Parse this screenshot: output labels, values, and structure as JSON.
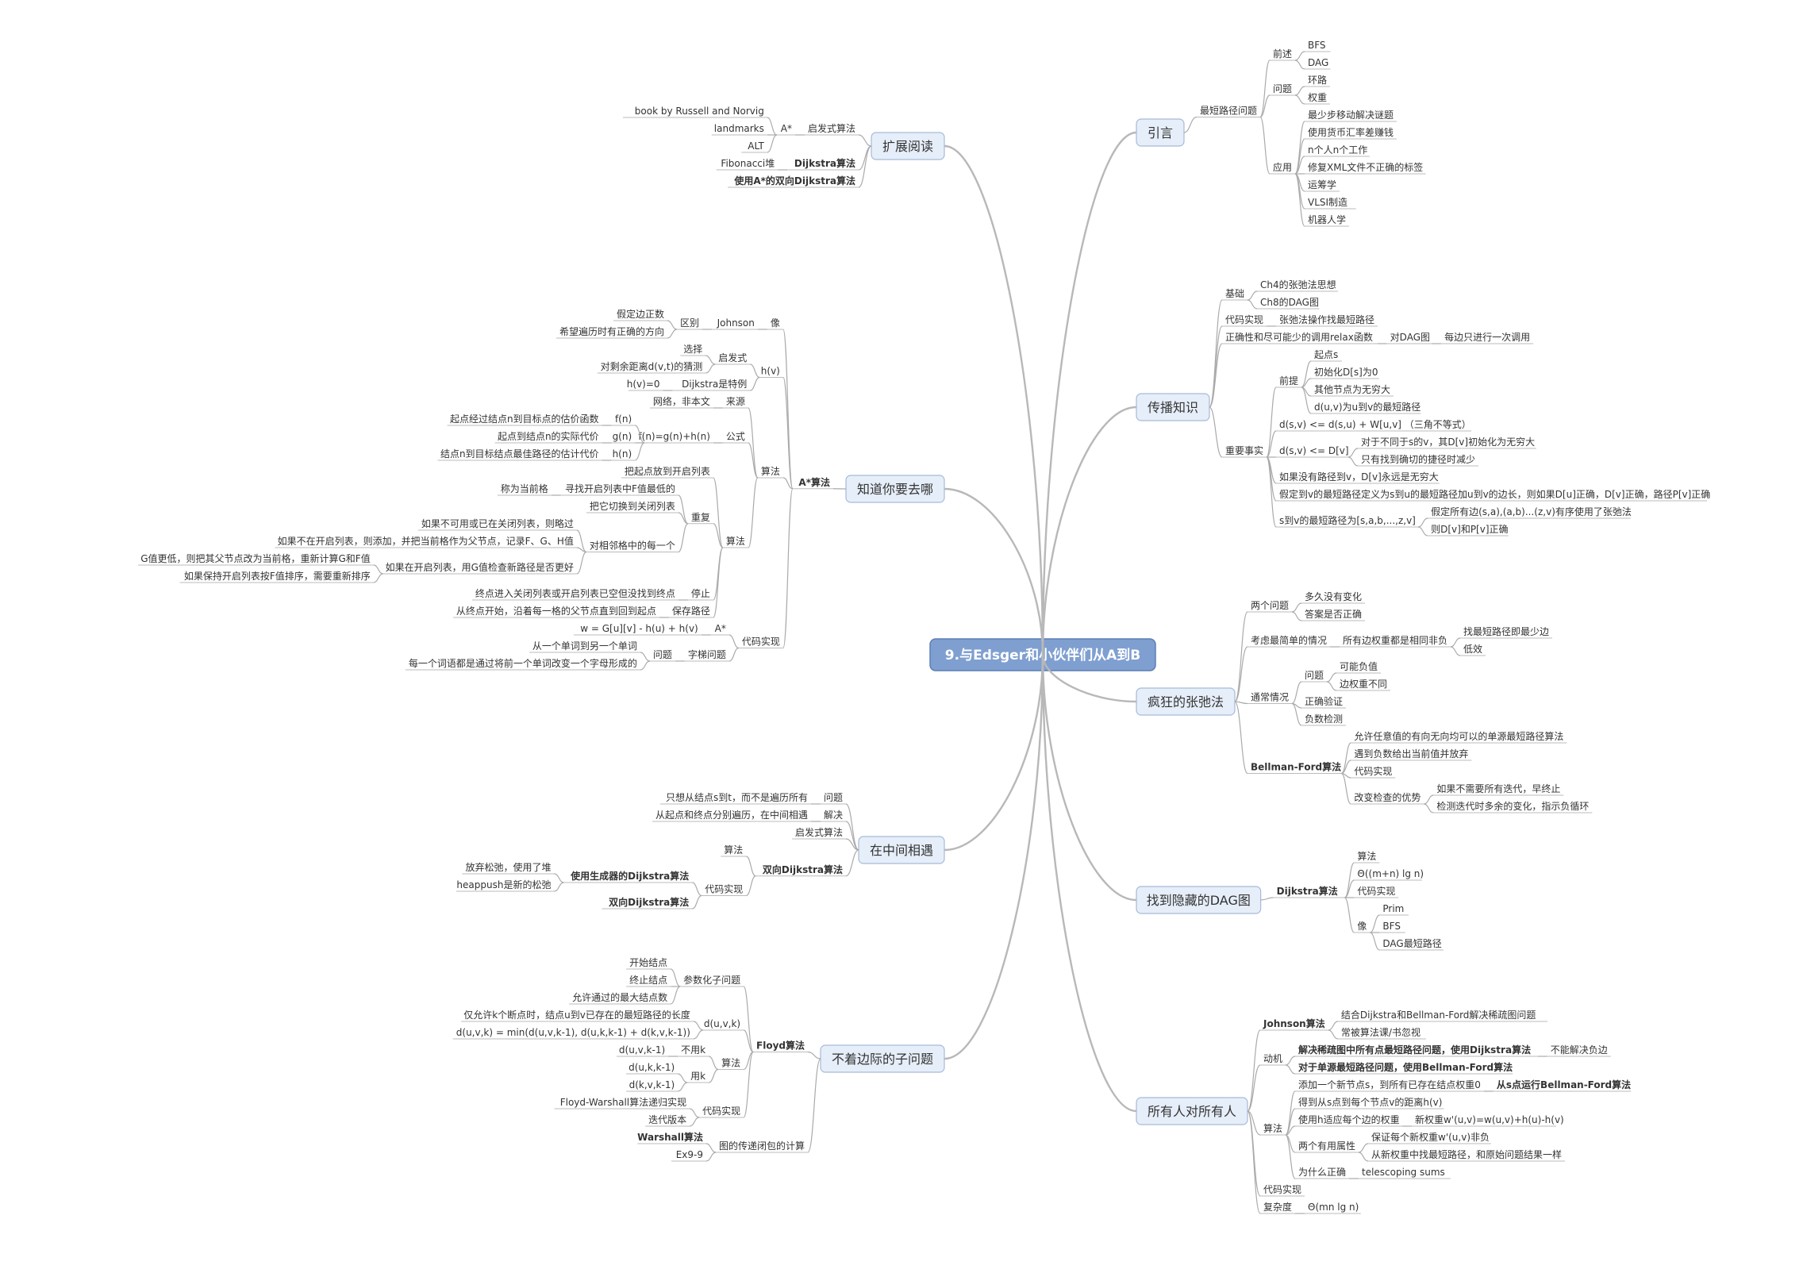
{
  "root": "9.与Edsger和小伙伴们从A到B",
  "branches": [
    {
      "label": "引言",
      "children": [
        {
          "label": "最短路径问题",
          "children": [
            {
              "label": "前述",
              "children": [
                {
                  "label": "BFS"
                },
                {
                  "label": "DAG"
                }
              ]
            },
            {
              "label": "问题",
              "children": [
                {
                  "label": "环路"
                },
                {
                  "label": "权重"
                }
              ]
            },
            {
              "label": "应用",
              "children": [
                {
                  "label": "最少步移动解决谜题"
                },
                {
                  "label": "使用货币汇率差赚钱"
                },
                {
                  "label": "n个人n个工作"
                },
                {
                  "label": "修复XML文件不正确的标签"
                },
                {
                  "label": "运筹学"
                },
                {
                  "label": "VLSI制造"
                },
                {
                  "label": "机器人学"
                }
              ]
            }
          ]
        }
      ]
    },
    {
      "label": "传播知识",
      "children": [
        {
          "label": "基础",
          "children": [
            {
              "label": "Ch4的张弛法思想"
            },
            {
              "label": "Ch8的DAG图"
            }
          ]
        },
        {
          "label": "代码实现",
          "children": [
            {
              "label": "张弛法操作找最短路径"
            }
          ]
        },
        {
          "label": "正确性和尽可能少的调用relax函数",
          "children": [
            {
              "label": "对DAG图",
              "children": [
                {
                  "label": "每边只进行一次调用"
                }
              ]
            }
          ]
        },
        {
          "label": "重要事实",
          "children": [
            {
              "label": "前提",
              "children": [
                {
                  "label": "起点s"
                },
                {
                  "label": "初始化D[s]为0"
                },
                {
                  "label": "其他节点为无穷大"
                },
                {
                  "label": "d(u,v)为u到v的最短路径"
                }
              ]
            },
            {
              "label": "d(s,v) <= d(s,u) + W[u,v] （三角不等式）"
            },
            {
              "label": "d(s,v) <= D[v]",
              "children": [
                {
                  "label": "对于不同于s的v，其D[v]初始化为无穷大"
                },
                {
                  "label": "只有找到确切的捷径时减少"
                }
              ]
            },
            {
              "label": "如果没有路径到v，D[v]永远是无穷大"
            },
            {
              "label": "假定到v的最短路径定义为s到u的最短路径加u到v的边长，则如果D[u]正确，D[v]正确，路径P[v]正确"
            },
            {
              "label": "s到v的最短路径为[s,a,b,...,z,v]",
              "children": [
                {
                  "label": "假定所有边(s,a),(a,b)...(z,v)有序使用了张弛法"
                },
                {
                  "label": "则D[v]和P[v]正确"
                }
              ]
            }
          ]
        }
      ]
    },
    {
      "label": "疯狂的张弛法",
      "children": [
        {
          "label": "两个问题",
          "children": [
            {
              "label": "多久没有变化"
            },
            {
              "label": "答案是否正确"
            }
          ]
        },
        {
          "label": "考虑最简单的情况",
          "children": [
            {
              "label": "所有边权重都是相同非负",
              "children": [
                {
                  "label": "找最短路径即最少边"
                },
                {
                  "label": "低效"
                }
              ]
            }
          ]
        },
        {
          "label": "通常情况",
          "children": [
            {
              "label": "问题",
              "children": [
                {
                  "label": "可能负值"
                },
                {
                  "label": "边权重不同"
                }
              ]
            },
            {
              "label": "正确验证"
            },
            {
              "label": "负数检测"
            }
          ]
        },
        {
          "label": "Bellman-Ford算法",
          "children": [
            {
              "label": "允许任意值的有向无向均可以的单源最短路径算法"
            },
            {
              "label": "遇到负数给出当前值并放弃"
            },
            {
              "label": "代码实现"
            },
            {
              "label": "改变检查的优势",
              "children": [
                {
                  "label": "如果不需要所有迭代，早终止"
                },
                {
                  "label": "检测迭代时多余的变化，指示负循环"
                }
              ]
            }
          ]
        }
      ]
    },
    {
      "label": "找到隐藏的DAG图",
      "children": [
        {
          "label": "Dijkstra算法",
          "children": [
            {
              "label": "算法"
            },
            {
              "label": "Θ((m+n) lg n)"
            },
            {
              "label": "代码实现"
            },
            {
              "label": "像",
              "children": [
                {
                  "label": "Prim"
                },
                {
                  "label": "BFS"
                },
                {
                  "label": "DAG最短路径"
                }
              ]
            }
          ]
        }
      ]
    },
    {
      "label": "所有人对所有人",
      "children": [
        {
          "label": "Johnson算法",
          "children": [
            {
              "label": "结合Dijkstra和Bellman-Ford解决稀疏图问题"
            },
            {
              "label": "常被算法课/书忽视"
            }
          ]
        },
        {
          "label": "动机",
          "children": [
            {
              "label": "解决稀疏图中所有点最短路径问题，使用Dijkstra算法",
              "children": [
                {
                  "label": "不能解决负边"
                }
              ]
            },
            {
              "label": "对于单源最短路径问题，使用Bellman-Ford算法"
            }
          ]
        },
        {
          "label": "算法",
          "children": [
            {
              "label": "添加一个新节点s，到所有已存在结点权重0",
              "children": [
                {
                  "label": "从s点运行Bellman-Ford算法"
                }
              ]
            },
            {
              "label": "得到从s点到每个节点v的距离h(v)"
            },
            {
              "label": "使用h适应每个边的权重",
              "children": [
                {
                  "label": "新权重w'(u,v)=w(u,v)+h(u)-h(v)"
                }
              ]
            },
            {
              "label": "两个有用属性",
              "children": [
                {
                  "label": "保证每个新权重w'(u,v)非负"
                },
                {
                  "label": "从新权重中找最短路径，和原始问题结果一样"
                }
              ]
            },
            {
              "label": "为什么正确",
              "children": [
                {
                  "label": "telescoping sums"
                }
              ]
            }
          ]
        },
        {
          "label": "代码实现"
        },
        {
          "label": "复杂度",
          "children": [
            {
              "label": "Θ(mn lg n)"
            }
          ]
        }
      ]
    },
    {
      "label": "扩展阅读",
      "children": [
        {
          "label": "启发式算法",
          "children": [
            {
              "label": "A*",
              "children": [
                {
                  "label": "book by Russell and Norvig"
                },
                {
                  "label": "landmarks"
                },
                {
                  "label": "ALT"
                }
              ]
            }
          ]
        },
        {
          "label": "Dijkstra算法",
          "children": [
            {
              "label": "Fibonacci堆"
            }
          ]
        },
        {
          "label": "使用A*的双向Dijkstra算法"
        }
      ]
    },
    {
      "label": "知道你要去哪",
      "children": [
        {
          "label": "A*算法",
          "children": [
            {
              "label": "像",
              "children": [
                {
                  "label": "Johnson",
                  "children": [
                    {
                      "label": "区别",
                      "children": [
                        {
                          "label": "假定边正数"
                        },
                        {
                          "label": "希望遍历时有正确的方向"
                        }
                      ]
                    }
                  ]
                }
              ]
            },
            {
              "label": "h(v)",
              "children": [
                {
                  "label": "启发式",
                  "children": [
                    {
                      "label": "选择"
                    },
                    {
                      "label": "对剩余距离d(v,t)的猜测"
                    }
                  ]
                },
                {
                  "label": "Dijkstra是特例",
                  "children": [
                    {
                      "label": "h(v)=0"
                    }
                  ]
                }
              ]
            },
            {
              "label": "算法",
              "children": [
                {
                  "label": "来源",
                  "children": [
                    {
                      "label": "网络，非本文"
                    }
                  ]
                },
                {
                  "label": "公式",
                  "children": [
                    {
                      "label": "f(n)=g(n)+h(n)",
                      "children": [
                        {
                          "label": "f(n)",
                          "children": [
                            {
                              "label": "起点经过结点n到目标点的估价函数"
                            }
                          ]
                        },
                        {
                          "label": "g(n)",
                          "children": [
                            {
                              "label": "起点到结点n的实际代价"
                            }
                          ]
                        },
                        {
                          "label": "h(n)",
                          "children": [
                            {
                              "label": "结点n到目标结点最佳路径的估计代价"
                            }
                          ]
                        }
                      ]
                    }
                  ]
                },
                {
                  "label": "算法",
                  "children": [
                    {
                      "label": "把起点放到开启列表"
                    },
                    {
                      "label": "重复",
                      "children": [
                        {
                          "label": "寻找开启列表中F值最低的",
                          "children": [
                            {
                              "label": "称为当前格"
                            }
                          ]
                        },
                        {
                          "label": "把它切换到关闭列表"
                        },
                        {
                          "label": "对相邻格中的每一个",
                          "children": [
                            {
                              "label": "如果不可用或已在关闭列表，则略过"
                            },
                            {
                              "label": "如果不在开启列表，则添加，并把当前格作为父节点，记录F、G、H值"
                            },
                            {
                              "label": "如果在开启列表，用G值检查新路径是否更好",
                              "children": [
                                {
                                  "label": "G值更低，则把其父节点改为当前格，重新计算G和F值"
                                },
                                {
                                  "label": "如果保持开启列表按F值排序，需要重新排序"
                                }
                              ]
                            }
                          ]
                        }
                      ]
                    },
                    {
                      "label": "停止",
                      "children": [
                        {
                          "label": "终点进入关闭列表或开启列表已空但没找到终点"
                        }
                      ]
                    },
                    {
                      "label": "保存路径",
                      "children": [
                        {
                          "label": "从终点开始，沿着每一格的父节点直到回到起点"
                        }
                      ]
                    }
                  ]
                }
              ]
            },
            {
              "label": "代码实现",
              "children": [
                {
                  "label": "A*",
                  "children": [
                    {
                      "label": "w = G[u][v] - h(u) + h(v)"
                    }
                  ]
                },
                {
                  "label": "字梯问题",
                  "children": [
                    {
                      "label": "问题",
                      "children": [
                        {
                          "label": "从一个单词到另一个单词"
                        },
                        {
                          "label": "每一个词语都是通过将前一个单词改变一个字母形成的"
                        }
                      ]
                    }
                  ]
                }
              ]
            }
          ]
        }
      ]
    },
    {
      "label": "在中间相遇",
      "children": [
        {
          "label": "问题",
          "children": [
            {
              "label": "只想从结点s到t，而不是遍历所有"
            }
          ]
        },
        {
          "label": "解决",
          "children": [
            {
              "label": "从起点和终点分别遍历，在中间相遇"
            }
          ]
        },
        {
          "label": "启发式算法"
        },
        {
          "label": "双向Dijkstra算法",
          "children": [
            {
              "label": "算法"
            },
            {
              "label": "代码实现",
              "children": [
                {
                  "label": "使用生成器的Dijkstra算法",
                  "children": [
                    {
                      "label": "放弃松弛，使用了堆"
                    },
                    {
                      "label": "heappush是新的松弛"
                    }
                  ]
                },
                {
                  "label": "双向Dijkstra算法"
                }
              ]
            }
          ]
        }
      ]
    },
    {
      "label": "不着边际的子问题",
      "children": [
        {
          "label": "Floyd算法",
          "children": [
            {
              "label": "参数化子问题",
              "children": [
                {
                  "label": "开始结点"
                },
                {
                  "label": "终止结点"
                },
                {
                  "label": "允许通过的最大结点数"
                }
              ]
            },
            {
              "label": "d(u,v,k)",
              "children": [
                {
                  "label": "仅允许k个断点时，结点u到v已存在的最短路径的长度"
                },
                {
                  "label": "d(u,v,k) = min(d(u,v,k-1), d(u,k,k-1) + d(k,v,k-1))"
                }
              ]
            },
            {
              "label": "算法",
              "children": [
                {
                  "label": "不用k",
                  "children": [
                    {
                      "label": "d(u,v,k-1)"
                    }
                  ]
                },
                {
                  "label": "用k",
                  "children": [
                    {
                      "label": "d(u,k,k-1)"
                    },
                    {
                      "label": "d(k,v,k-1)"
                    }
                  ]
                }
              ]
            },
            {
              "label": "代码实现",
              "children": [
                {
                  "label": "Floyd-Warshall算法递归实现"
                },
                {
                  "label": "迭代版本"
                }
              ]
            }
          ]
        },
        {
          "label": "图的传递闭包的计算",
          "children": [
            {
              "label": "Warshall算法"
            },
            {
              "label": "Ex9-9"
            }
          ]
        }
      ]
    }
  ],
  "colors": {
    "wire": "#aaaaaa",
    "main_fill": "#e6eef9",
    "main_border": "#a6bad8",
    "root_fill": "#7f9fd0",
    "text": "#333333"
  }
}
